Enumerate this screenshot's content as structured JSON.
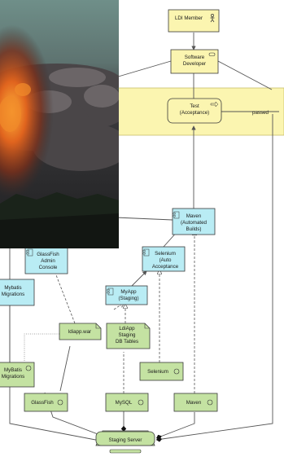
{
  "nodes": {
    "ldi_member": "LDI Member",
    "software_developer": [
      "Software",
      "Developer"
    ],
    "test": [
      "Test",
      "(Acceptance)"
    ],
    "edge_passed": "passed",
    "maven_builds": [
      "Maven",
      "(Automated",
      "Builds)"
    ],
    "glassfish_admin": [
      "GlassFish",
      "Admin",
      "Console"
    ],
    "selenium_auto": [
      "Selenium",
      "(Auto",
      "Acceptance"
    ],
    "myapp_staging": [
      "MyApp",
      "(Staging)"
    ],
    "mybatis_migrations_top": [
      "Mybatis",
      "Migrations"
    ],
    "ldiapp_war": "ldiapp.war",
    "ldiapp_staging": [
      "LdiApp",
      "Staging",
      "DB Tables"
    ],
    "mybatis_migrations_bottom": [
      "MyBatis",
      "Migrations"
    ],
    "selenium": "Selenium",
    "glassfish": "GlassFish",
    "mysql": "MySQL",
    "maven": "Maven",
    "staging_server": "Staging Server"
  },
  "colors": {
    "business": "#fbf5b0",
    "application": "#b9ecf4",
    "technology": "#c4e2a2"
  }
}
